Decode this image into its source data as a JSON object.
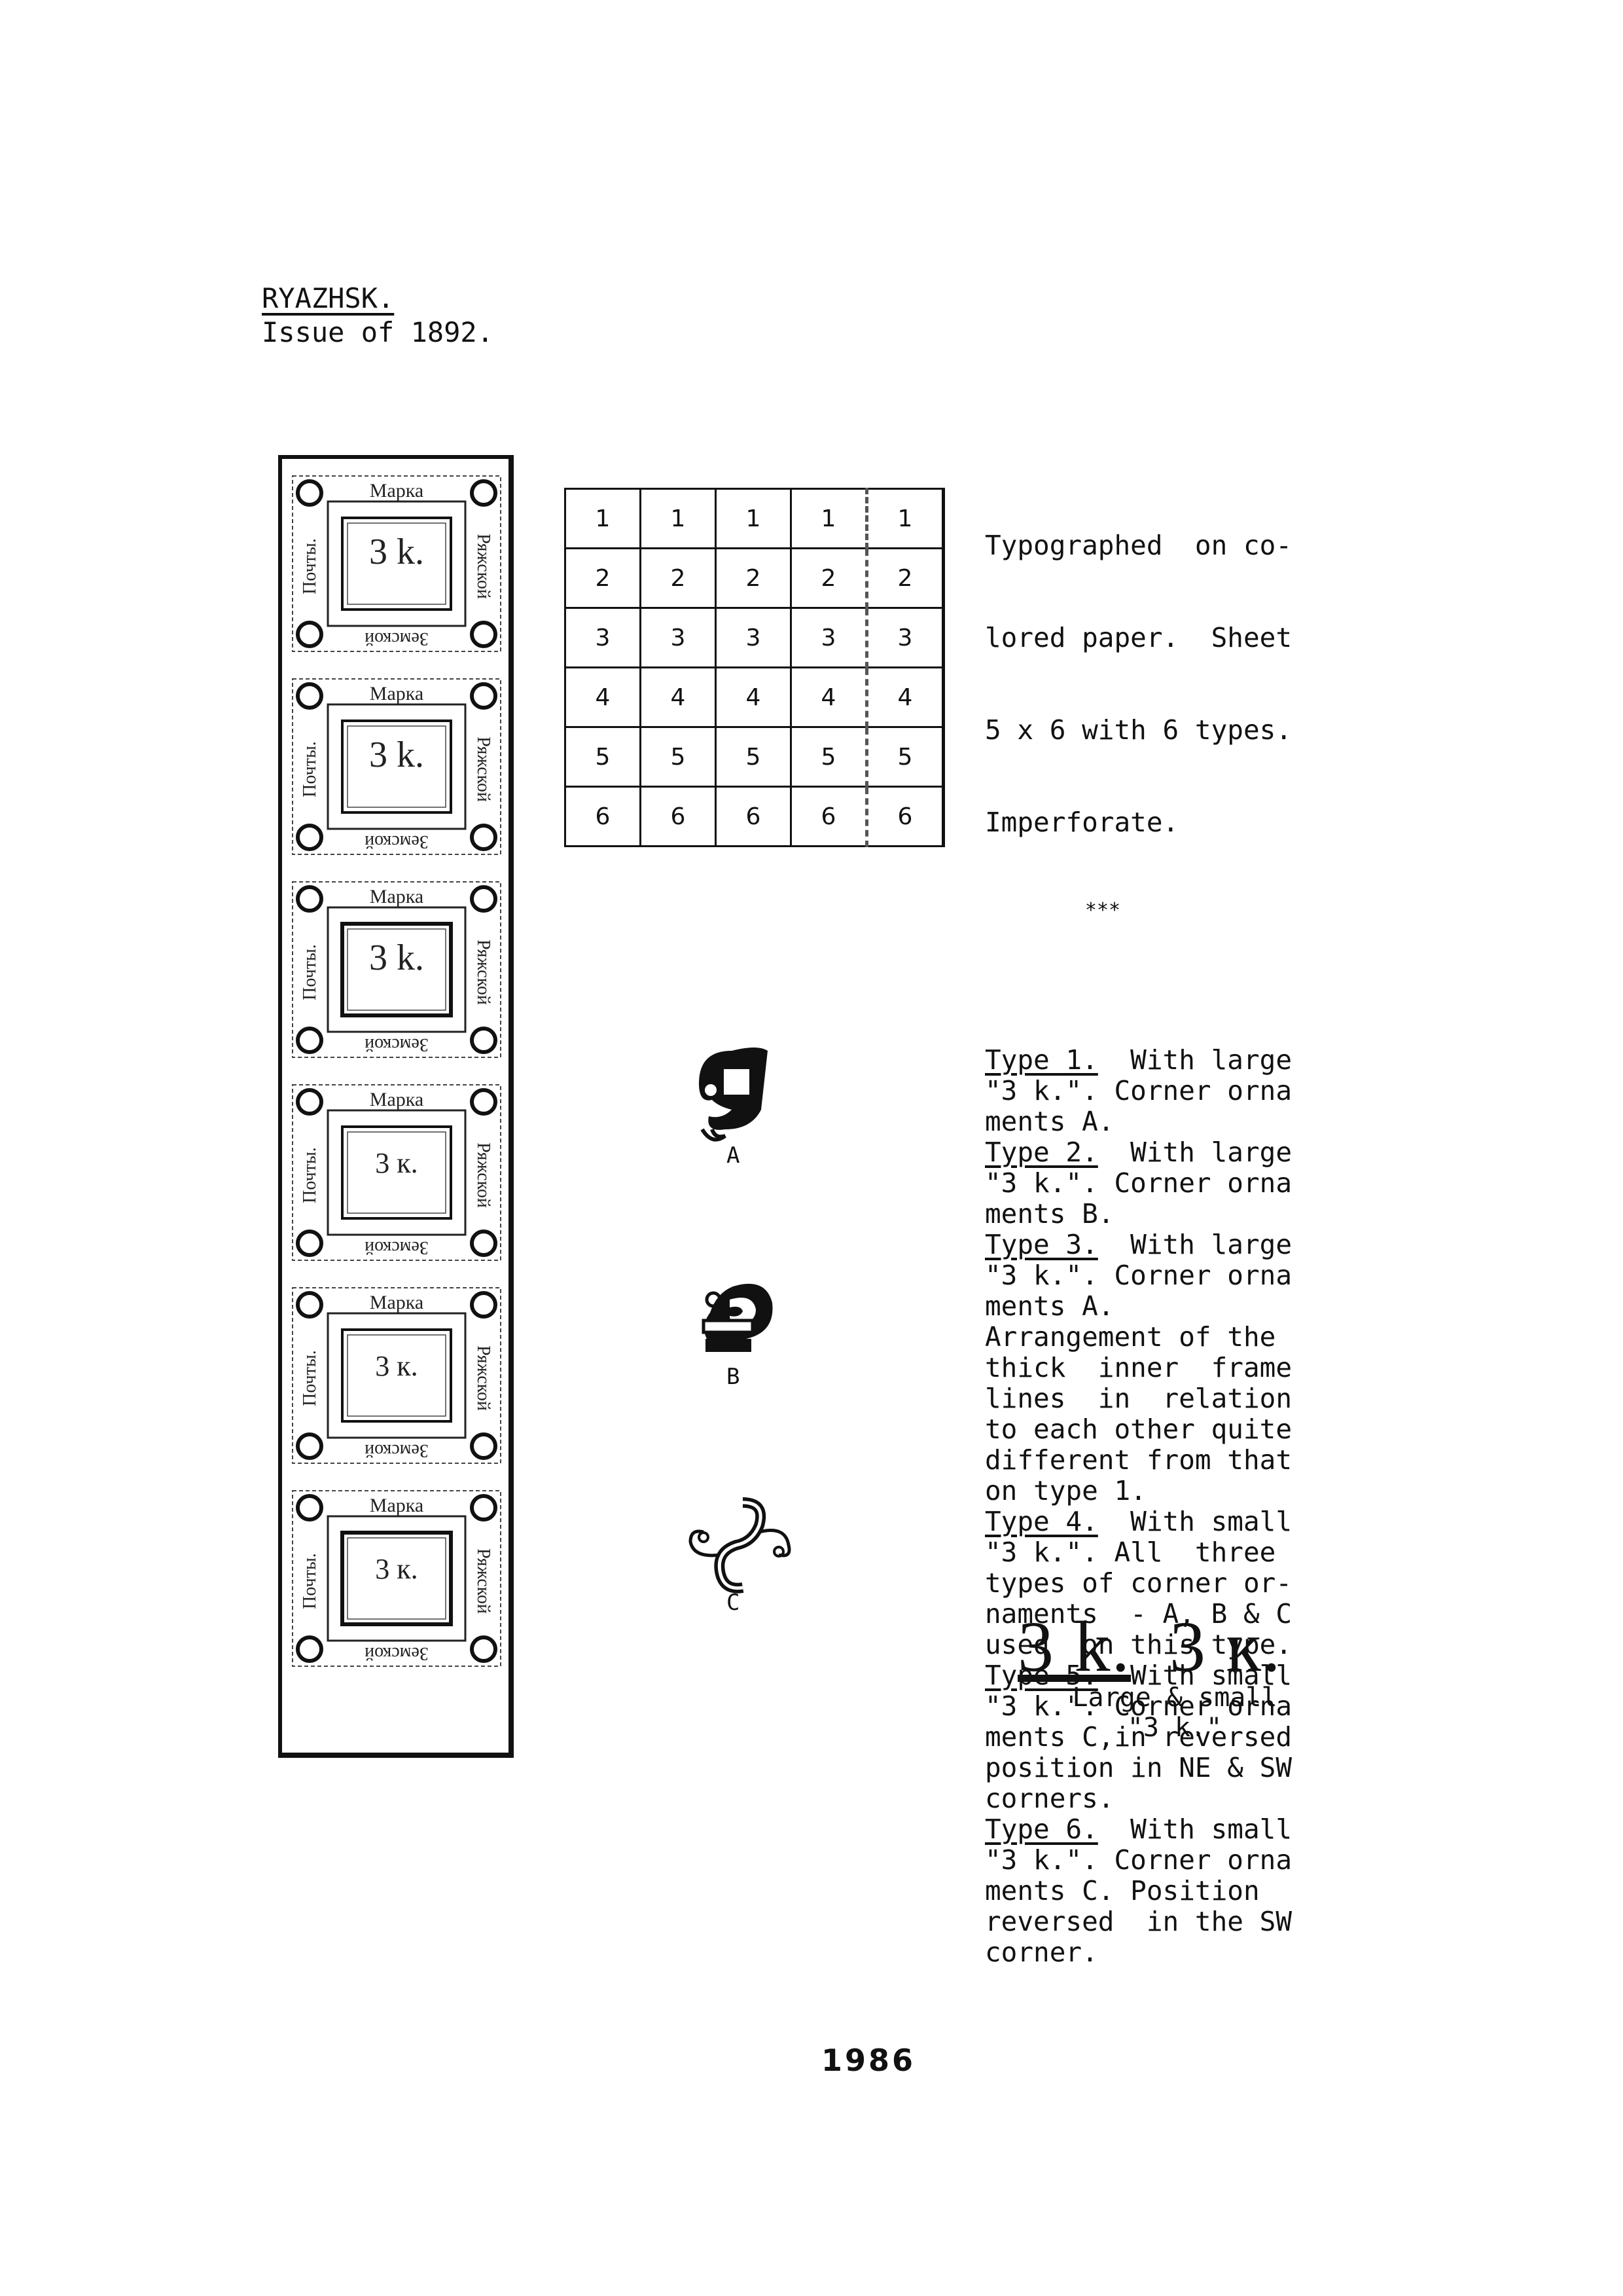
{
  "heading": {
    "title": "RYAZHSK.",
    "subtitle": "Issue of 1892."
  },
  "stamps": [
    {
      "top": "Марка",
      "left": "Почты.",
      "right": "Ряжской",
      "bottom": "Земской",
      "value": "3 k.",
      "size": "large"
    },
    {
      "top": "Марка",
      "left": "Почты.",
      "right": "Ряжской",
      "bottom": "Земской",
      "value": "3 k.",
      "size": "large"
    },
    {
      "top": "Марка",
      "left": "Почты.",
      "right": "Ряжской",
      "bottom": "Земской",
      "value": "3 k.",
      "size": "large"
    },
    {
      "top": "Марка",
      "left": "Почты.",
      "right": "Ряжской",
      "bottom": "Земской",
      "value": "3 к.",
      "size": "small"
    },
    {
      "top": "Марка",
      "left": "Почты.",
      "right": "Ряжской",
      "bottom": "Земской",
      "value": "3 к.",
      "size": "small"
    },
    {
      "top": "Марка",
      "left": "Почты.",
      "right": "Ряжской",
      "bottom": "Земской",
      "value": "3 к.",
      "size": "small"
    }
  ],
  "sheet": {
    "rows": [
      [
        "1",
        "1",
        "1",
        "1",
        "1"
      ],
      [
        "2",
        "2",
        "2",
        "2",
        "2"
      ],
      [
        "3",
        "3",
        "3",
        "3",
        "3"
      ],
      [
        "4",
        "4",
        "4",
        "4",
        "4"
      ],
      [
        "5",
        "5",
        "5",
        "5",
        "5"
      ],
      [
        "6",
        "6",
        "6",
        "6",
        "6"
      ]
    ]
  },
  "ornaments": [
    "A",
    "B",
    "C"
  ],
  "description": {
    "intro": [
      "Typographed  on co-",
      "lored paper.  Sheet",
      "5 x 6 with 6 types.",
      "Imperforate."
    ],
    "separator": "***",
    "types": [
      {
        "label": "Type 1.",
        "lines": [
          "  With large",
          "\"3 k.\". Corner orna",
          "ments A."
        ]
      },
      {
        "label": "Type 2.",
        "lines": [
          "  With large",
          "\"3 k.\". Corner orna",
          "ments B."
        ]
      },
      {
        "label": "Type 3.",
        "lines": [
          "  With large",
          "\"3 k.\". Corner orna",
          "ments A.",
          "Arrangement of the",
          "thick  inner  frame",
          "lines  in  relation",
          "to each other quite",
          "different from that",
          "on type 1."
        ]
      },
      {
        "label": "Type 4.",
        "lines": [
          "  With small",
          "\"3 k.\". All  three",
          "types of corner or-",
          "naments  - A, B & C",
          "used  on this type."
        ]
      },
      {
        "label": "Type 5.",
        "lines": [
          "  With small",
          "\"3 k.\". Corner orna",
          "ments C,in reversed",
          "position in NE & SW",
          "corners."
        ]
      },
      {
        "label": "Type 6.",
        "lines": [
          "  With small",
          "\"3 k.\". Corner orna",
          "ments C. Position",
          "reversed  in the SW",
          "corner."
        ]
      }
    ]
  },
  "sample": {
    "large": "3 k.",
    "small": "3 к.",
    "caption_1": "Large & small",
    "caption_2": "\"3  k.\""
  },
  "page_number": "1986"
}
